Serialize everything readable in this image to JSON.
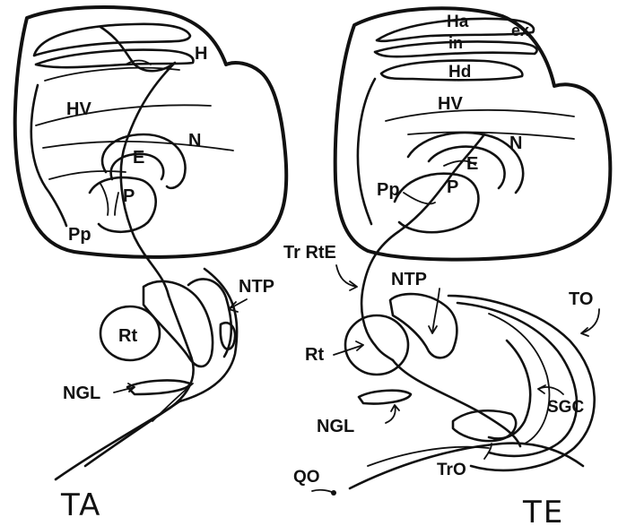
{
  "panels": {
    "left": {
      "title": "TA",
      "labels": {
        "h": "H",
        "hv": "HV",
        "n": "N",
        "e": "E",
        "p": "P",
        "pp": "Pp",
        "ntp": "NTP",
        "rt": "Rt",
        "ngl": "NGL"
      }
    },
    "right": {
      "title": "TE",
      "labels": {
        "ha": "Ha",
        "ex": "ex",
        "in": "in",
        "hd": "Hd",
        "hv": "HV",
        "n": "N",
        "e": "E",
        "p": "P",
        "pp": "Pp",
        "tr_rte": "Tr RtE",
        "ntp": "NTP",
        "rt": "Rt",
        "ngl": "NGL",
        "to": "TO",
        "sgc": "SGC",
        "tro": "TrO",
        "qo": "QO"
      }
    }
  }
}
